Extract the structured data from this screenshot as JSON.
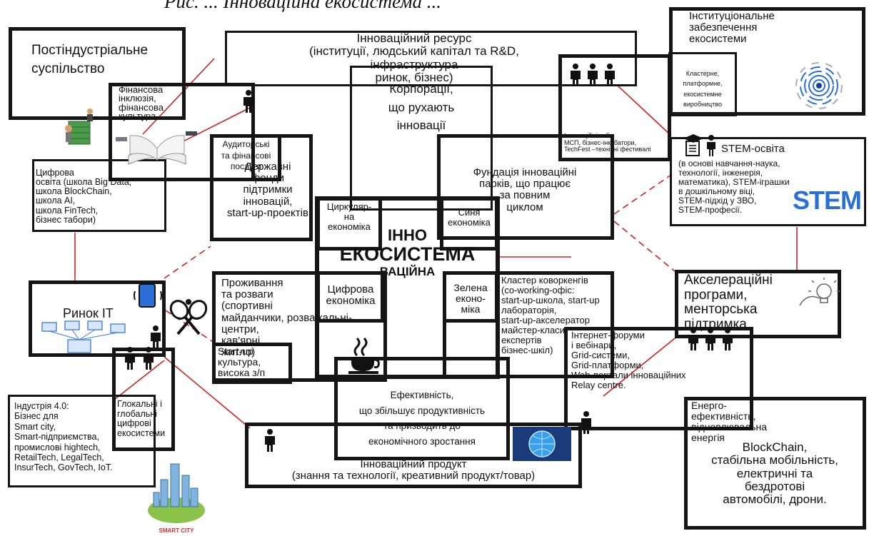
{
  "header": {
    "text": "Рис. ... Інноваційна екосистема ..."
  },
  "center": {
    "line1": "ІННО",
    "line2": "ЕКОСИСТЕМА",
    "line3": "ВАЦІЙНА"
  },
  "boxes": {
    "postindustrial": "Постіндустріальне\nсуспільство",
    "innovation_resource": "Інноваційний ресурс\n(інституції, людський капітал та R&D,\nінфраструктура\nринок, бізнес)",
    "institutional": "Інституціональне\nзабезпечення\nекосистеми",
    "clusters": "Кластерне,\nплатформне,\nекосистемне\nвиробництво",
    "financial_inclusion": "Фінансова\nінклюзія,\nфінансова\nкультура",
    "corporations": "Корпорації,\nщо рухають\nінновації",
    "hubs": "Інноваційні хаби,\nМСП, бізнес-інкубатори,\nTechFest –технічні фестивалі",
    "audit": "Аудиторські\nта фінансові\nпослуги",
    "state_funds": "Державні\nфонди\nпідтримки\nінновацій,\nstart-up-проектів",
    "foundation": "Фундація інноваційні\nпарків, що працює\nза повним\nциклом",
    "stem": "STEM-освіта",
    "stem_details": "(в основі навчання-наука,\nтехнології, інженерія,\nматематика), STEM-іграшки\nв дошкільному віці,\nSTEM-підхід у ЗВО,\nSTEM-професії.",
    "digital_edu": "Цифрова\nосвіта (школа Big Data,\nшкола BlockChain,\nшкола AI,\nшкола FinTech,\nбізнес табори)",
    "circular": "Циркуляр-\nна\nекономіка",
    "blue": "Синя\nекономіка",
    "it_market": "Ринок IT",
    "accelerators": "Акселераційні\nпрограми,\nменторська\nпідтримка",
    "living": "Проживання\nта розваги\n(спортивні\nмайданчики, розважальні-\nцентри,\nкав'ярні\nжитло)",
    "digital_econ": "Цифрова\nекономіка",
    "green": "Зелена\nеконо-\nміка",
    "coworking": "Кластер коворкенгів\n(co-working-офіс:\nstart-up-школа, start-up\nлабораторія,\nstart-up-акселератор\nмайстер-класи\nекспертів\nбізнес-шкіл)",
    "startup_culture": "Start-up\nкультура,\nвисока з/п",
    "forums": "Інтернет-форуми\nі вебінари,\nGrid-системи,\nGrid-платформи,\nWeb-портали інноваційних\nRelay centre.",
    "industry": "Індустрія 4.0:\nБізнес для\nSmart city,\nSmart-підприємства,\nпромислові hightech,\nRetailTech, LegalTech,\nInsurTech, GovTech, IoT.",
    "glocal": "Глокальні і\nглобальні\nцифрові\nекосистеми",
    "efficiency": "Ефективність,\nщо збільшує продуктивність\nта призводить до\nекономічного зростання",
    "product": "Інноваційний продукт\n(знання та технології, креативний продукт/товар)",
    "energy": "Енерго-\nефективність,\nвідновлювальна\nенергія",
    "blockchain": "BlockChain,\nстабільна мобільність,\nелектричні та\nбездротові\nавтомобілі, дрони."
  },
  "logos": {
    "stem": "STEM",
    "smart_city": "SMART CITY"
  },
  "colors": {
    "border": "#151515",
    "connector": "#cc2222",
    "stem_blue": "#2a6fd6"
  },
  "icons": [
    "person-icon",
    "group-icon",
    "books-icon",
    "tennis-icon",
    "coffee-icon",
    "phone-icon",
    "network-icon",
    "globe-icon",
    "bulb-icon",
    "fingerprint-icon",
    "city-icon",
    "money-icon",
    "graduation-icon"
  ]
}
